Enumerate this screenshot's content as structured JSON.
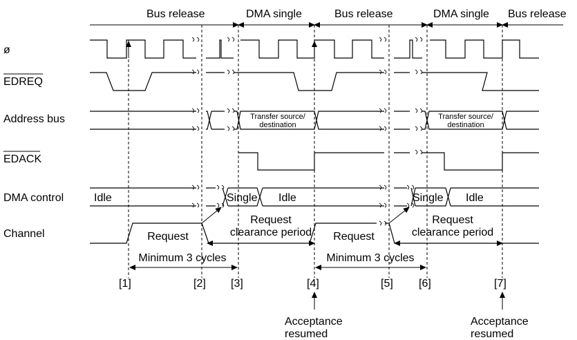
{
  "phase_labels": [
    "Bus release",
    "DMA single",
    "Bus release",
    "DMA single",
    "Bus release"
  ],
  "signal_names": {
    "clock": "ø",
    "edreq": "EDREQ",
    "address_bus": "Address bus",
    "edack": "EDACK",
    "dma_control": "DMA control",
    "channel": "Channel"
  },
  "bus_labels": {
    "transfer_1a": "Transfer source/",
    "transfer_1b": "destination",
    "transfer_2a": "Transfer source/",
    "transfer_2b": "destination"
  },
  "state_labels": {
    "idle_1": "Idle",
    "single_1": "Single",
    "idle_2": "Idle",
    "single_2": "Single",
    "idle_3": "Idle"
  },
  "channel_labels": {
    "request_1": "Request",
    "clearance_1a": "Request",
    "clearance_1b": "clearance period",
    "request_2": "Request",
    "clearance_2a": "Request",
    "clearance_2b": "clearance period"
  },
  "min_cycles": [
    "Minimum 3 cycles",
    "Minimum 3 cycles"
  ],
  "markers": [
    "[1]",
    "[2]",
    "[3]",
    "[4]",
    "[5]",
    "[6]",
    "[7]"
  ],
  "acceptance": {
    "a1_line1": "Acceptance",
    "a1_line2": "resumed",
    "a2_line1": "Acceptance",
    "a2_line2": "resumed"
  }
}
